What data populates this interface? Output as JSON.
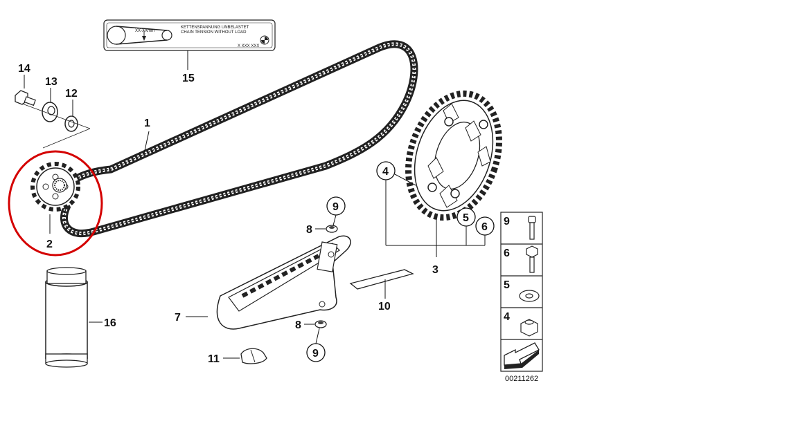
{
  "callouts": {
    "c1": "1",
    "c2": "2",
    "c3": "3",
    "c4a": "4",
    "c5a": "5",
    "c6a": "6",
    "c7": "7",
    "c8a": "8",
    "c8b": "8",
    "c9a": "9",
    "c9b": "9",
    "c10": "10",
    "c11": "11",
    "c12": "12",
    "c13": "13",
    "c14": "14",
    "c15": "15",
    "c16": "16"
  },
  "legend": {
    "rows": [
      "9",
      "6",
      "5",
      "4"
    ],
    "code": "00211262"
  },
  "label15": {
    "line1": "KETTENSPANNUNG UNBELASTET",
    "line2": "CHAIN TENSION WITHOUT LOAD",
    "measure": "XX-XXmm",
    "partno": "X XXX XXX"
  },
  "colors": {
    "highlight": "#d40000",
    "ink": "#111111"
  }
}
